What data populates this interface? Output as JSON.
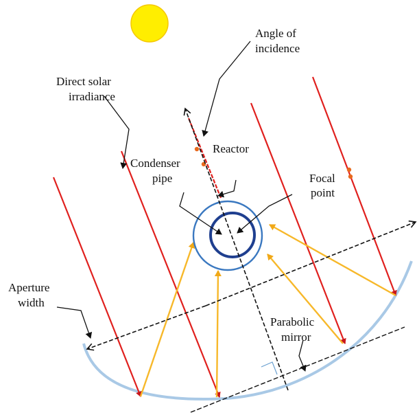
{
  "labels": {
    "angle_line1": "Angle of",
    "angle_line2": "incidence",
    "direct_line1": "Direct solar",
    "direct_line2": "irradiance",
    "condenser_line1": "Condenser",
    "condenser_line2": "pipe",
    "reactor": "Reactor",
    "focal_line1": "Focal",
    "focal_line2": "point",
    "aperture_line1": "Aperture",
    "aperture_line2": "width",
    "parabolic_line1": "Parabolic",
    "parabolic_line2": "mirror"
  },
  "colors": {
    "sun": "#ffee00",
    "sun_edge": "#f5c800",
    "incident_ray": "#e0201e",
    "reflected_ray": "#f7b82a",
    "mirror": "#a9c9e6",
    "reactor_ring": "#3a78c0",
    "condenser_ring": "#1f3f8f",
    "dot": "#e86a1e",
    "annotation": "#111111"
  }
}
